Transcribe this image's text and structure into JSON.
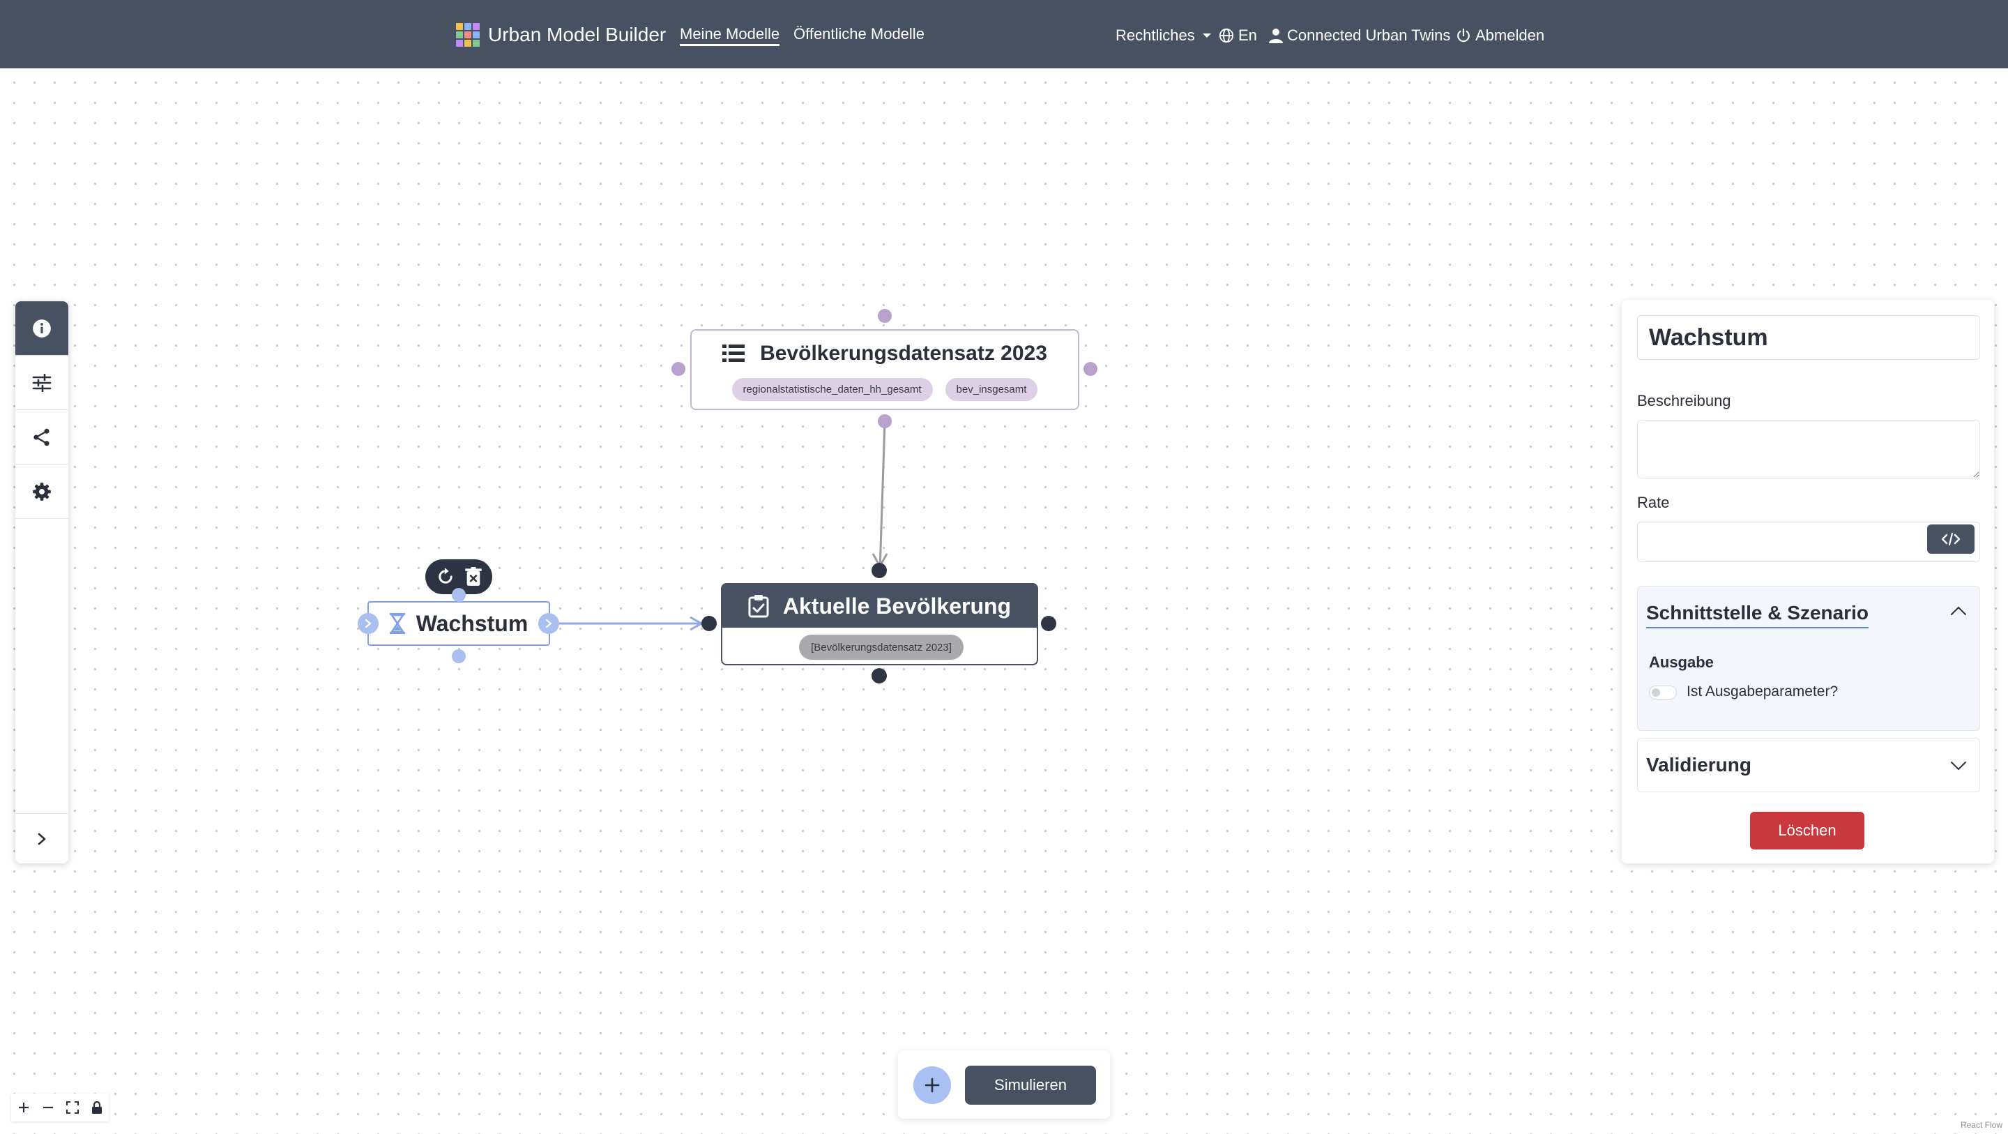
{
  "navbar": {
    "brand": "Urban Model Builder",
    "links": [
      {
        "label": "Meine Modelle",
        "active": true
      },
      {
        "label": "Öffentliche Modelle",
        "active": false
      }
    ],
    "legal": "Rechtliches",
    "language": "En",
    "user": "Connected Urban Twins",
    "logout": "Abmelden"
  },
  "sidebar": {
    "items": [
      {
        "icon": "info-icon",
        "active": true
      },
      {
        "icon": "sliders-icon",
        "active": false
      },
      {
        "icon": "share-icon",
        "active": false
      },
      {
        "icon": "gear-icon",
        "active": false
      }
    ],
    "expand_icon": "chevron-right-icon"
  },
  "nodes": {
    "dataset": {
      "title": "Bevölkerungsdatensatz 2023",
      "icon": "list-icon",
      "tags": [
        "regionalstatistische_daten_hh_gesamt",
        "bev_insgesamt"
      ]
    },
    "population": {
      "title": "Aktuelle Bevölkerung",
      "icon": "clipboard-check-icon",
      "tag": "[Bevölkerungsdatensatz 2023]"
    },
    "growth": {
      "title": "Wachstum",
      "icon": "hourglass-icon"
    }
  },
  "panel": {
    "title": "Wachstum",
    "description_label": "Beschreibung",
    "description_value": "",
    "rate_label": "Rate",
    "rate_value": "",
    "interface_section": {
      "title": "Schnittstelle & Szenario",
      "output_label": "Ausgabe",
      "output_toggle_label": "Ist Ausgabeparameter?",
      "output_toggle_on": false
    },
    "validation_section": {
      "title": "Validierung"
    },
    "delete_label": "Löschen"
  },
  "bottom_bar": {
    "simulate_label": "Simulieren"
  },
  "attribution": "React Flow",
  "colors": {
    "navbar": "#485161",
    "accent_blue": "#a9c0f2",
    "dataset_border": "#c6b6d6",
    "delete": "#c9383d"
  }
}
